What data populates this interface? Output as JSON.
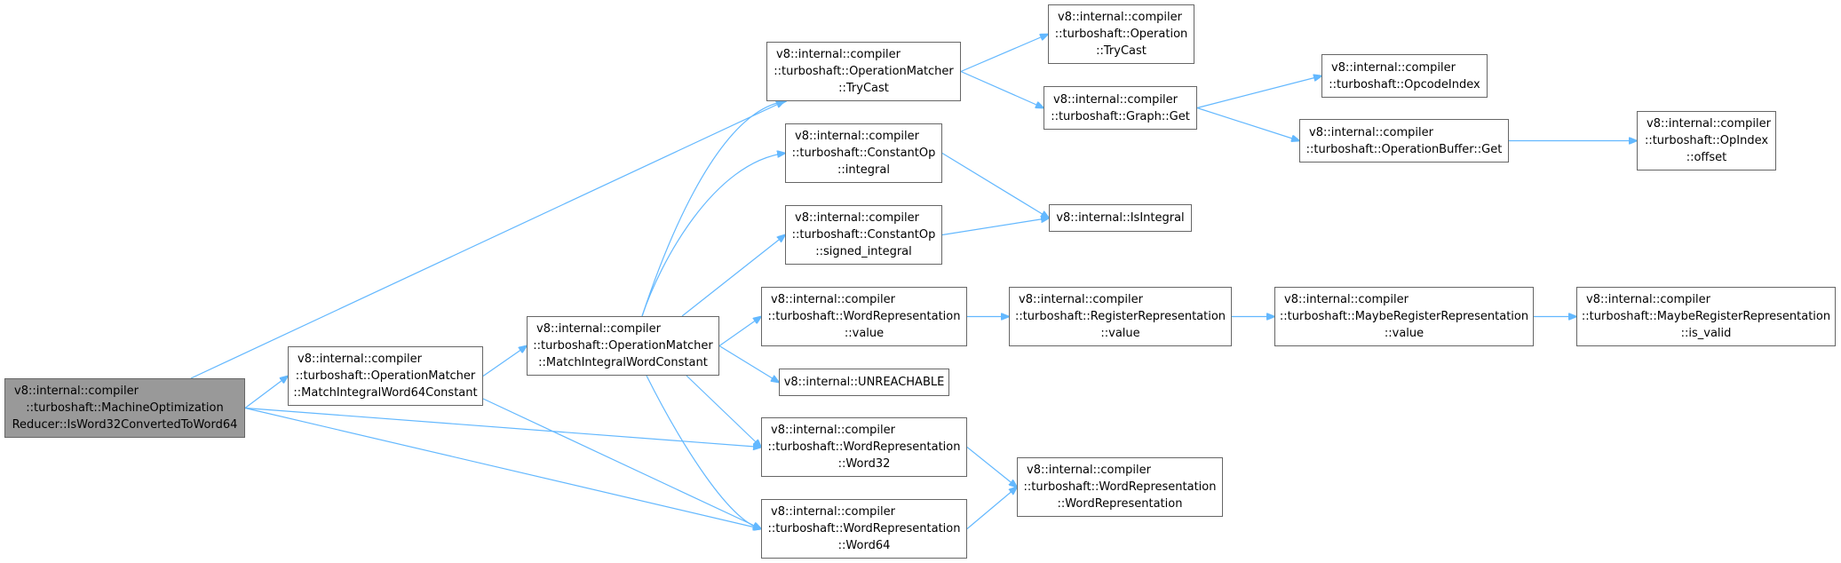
{
  "diagram": {
    "edge_color": "#63b8ff",
    "root_fill": "#999999",
    "nodes": {
      "root": {
        "lines": [
          "v8::internal::compiler",
          "::turboshaft::MachineOptimization",
          "Reducer::IsWord32ConvertedToWord64"
        ]
      },
      "match64": {
        "lines": [
          "v8::internal::compiler",
          "::turboshaft::OperationMatcher",
          "::MatchIntegralWord64Constant"
        ]
      },
      "matchword": {
        "lines": [
          "v8::internal::compiler",
          "::turboshaft::OperationMatcher",
          "::MatchIntegralWordConstant"
        ]
      },
      "trycast": {
        "lines": [
          "v8::internal::compiler",
          "::turboshaft::OperationMatcher",
          "::TryCast"
        ]
      },
      "op_trycast": {
        "lines": [
          "v8::internal::compiler",
          "::turboshaft::Operation",
          "::TryCast"
        ]
      },
      "graph_get": {
        "lines": [
          "v8::internal::compiler",
          "::turboshaft::Graph::Get"
        ]
      },
      "opcodeindex": {
        "lines": [
          "v8::internal::compiler",
          "::turboshaft::OpcodeIndex"
        ]
      },
      "opbuf_get": {
        "lines": [
          "v8::internal::compiler",
          "::turboshaft::OperationBuffer::Get"
        ]
      },
      "opindex_offset": {
        "lines": [
          "v8::internal::compiler",
          "::turboshaft::OpIndex",
          "::offset"
        ]
      },
      "const_integral": {
        "lines": [
          "v8::internal::compiler",
          "::turboshaft::ConstantOp",
          "::integral"
        ]
      },
      "isintegral": {
        "lines": [
          "v8::internal::IsIntegral"
        ]
      },
      "const_signed": {
        "lines": [
          "v8::internal::compiler",
          "::turboshaft::ConstantOp",
          "::signed_integral"
        ]
      },
      "wordrep_value": {
        "lines": [
          "v8::internal::compiler",
          "::turboshaft::WordRepresentation",
          "::value"
        ]
      },
      "regrep_value": {
        "lines": [
          "v8::internal::compiler",
          "::turboshaft::RegisterRepresentation",
          "::value"
        ]
      },
      "maybe_value": {
        "lines": [
          "v8::internal::compiler",
          "::turboshaft::MaybeRegisterRepresentation",
          "::value"
        ]
      },
      "maybe_isvalid": {
        "lines": [
          "v8::internal::compiler",
          "::turboshaft::MaybeRegisterRepresentation",
          "::is_valid"
        ]
      },
      "unreachable": {
        "lines": [
          "v8::internal::UNREACHABLE"
        ]
      },
      "word32": {
        "lines": [
          "v8::internal::compiler",
          "::turboshaft::WordRepresentation",
          "::Word32"
        ]
      },
      "wordrep_ctor": {
        "lines": [
          "v8::internal::compiler",
          "::turboshaft::WordRepresentation",
          "::WordRepresentation"
        ]
      },
      "word64": {
        "lines": [
          "v8::internal::compiler",
          "::turboshaft::WordRepresentation",
          "::Word64"
        ]
      }
    },
    "edges": [
      [
        "root",
        "trycast"
      ],
      [
        "root",
        "match64"
      ],
      [
        "root",
        "word32"
      ],
      [
        "root",
        "word64"
      ],
      [
        "match64",
        "matchword"
      ],
      [
        "match64",
        "word64"
      ],
      [
        "matchword",
        "trycast"
      ],
      [
        "matchword",
        "const_integral"
      ],
      [
        "matchword",
        "const_signed"
      ],
      [
        "matchword",
        "wordrep_value"
      ],
      [
        "matchword",
        "unreachable"
      ],
      [
        "matchword",
        "word32"
      ],
      [
        "matchword",
        "word64"
      ],
      [
        "trycast",
        "op_trycast"
      ],
      [
        "trycast",
        "graph_get"
      ],
      [
        "graph_get",
        "opcodeindex"
      ],
      [
        "graph_get",
        "opbuf_get"
      ],
      [
        "opbuf_get",
        "opindex_offset"
      ],
      [
        "const_integral",
        "isintegral"
      ],
      [
        "const_signed",
        "isintegral"
      ],
      [
        "wordrep_value",
        "regrep_value"
      ],
      [
        "regrep_value",
        "maybe_value"
      ],
      [
        "maybe_value",
        "maybe_isvalid"
      ],
      [
        "word32",
        "wordrep_ctor"
      ],
      [
        "word64",
        "wordrep_ctor"
      ]
    ]
  }
}
